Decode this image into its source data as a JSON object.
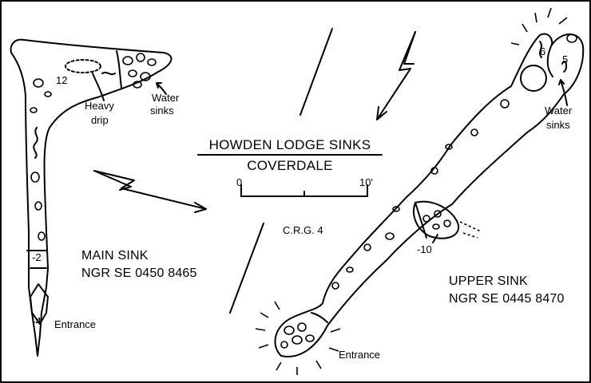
{
  "title": "HOWDEN LODGE SINKS",
  "subtitle": "COVERDALE",
  "credit": "C.R.G. 4",
  "scale": {
    "start": "0",
    "end": "10'"
  },
  "main_sink": {
    "name": "MAIN SINK",
    "grid_ref": "NGR SE 0450 8465",
    "entrance_label": "Entrance",
    "depth_entrance": "-4",
    "depth_mid": "-2",
    "depth_chamber": "12",
    "heavy_drip_line1": "Heavy",
    "heavy_drip_line2": "drip",
    "water_sinks_line1": "Water",
    "water_sinks_line2": "sinks"
  },
  "upper_sink": {
    "name": "UPPER SINK",
    "grid_ref": "NGR SE 0445 8470",
    "entrance_label": "Entrance",
    "depth_side": "-10",
    "depth_top_a": "6",
    "depth_top_b": "5",
    "water_sinks_line1": "Water",
    "water_sinks_line2": "sinks"
  }
}
